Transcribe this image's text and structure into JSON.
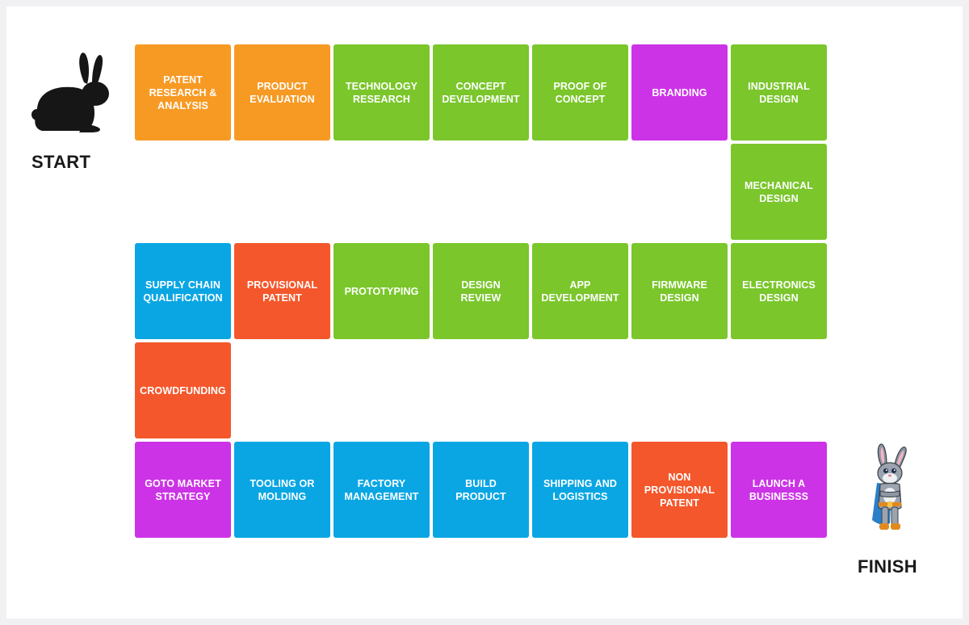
{
  "start_label": "START",
  "finish_label": "FINISH",
  "colors": {
    "orange": "#f79a24",
    "green": "#7ac62b",
    "purple": "#cc33e6",
    "blue": "#0aa6e4",
    "red": "#f4572b"
  },
  "tiles": [
    {
      "label": "PATENT\nRESEARCH &\nANALYSIS",
      "color": "orange",
      "col": 0,
      "row": 0
    },
    {
      "label": "PRODUCT\nEVALUATION",
      "color": "orange",
      "col": 1,
      "row": 0
    },
    {
      "label": "TECHNOLOGY\nRESEARCH",
      "color": "green",
      "col": 2,
      "row": 0
    },
    {
      "label": "CONCEPT\nDEVELOPMENT",
      "color": "green",
      "col": 3,
      "row": 0
    },
    {
      "label": "PROOF OF\nCONCEPT",
      "color": "green",
      "col": 4,
      "row": 0
    },
    {
      "label": "BRANDING",
      "color": "purple",
      "col": 5,
      "row": 0
    },
    {
      "label": "INDUSTRIAL\nDESIGN",
      "color": "green",
      "col": 6,
      "row": 0
    },
    {
      "label": "MECHANICAL\nDESIGN",
      "color": "green",
      "col": 6,
      "row": 1
    },
    {
      "label": "ELECTRONICS\nDESIGN",
      "color": "green",
      "col": 6,
      "row": 2
    },
    {
      "label": "FIRMWARE\nDESIGN",
      "color": "green",
      "col": 5,
      "row": 2
    },
    {
      "label": "APP\nDEVELOPMENT",
      "color": "green",
      "col": 4,
      "row": 2
    },
    {
      "label": "DESIGN\nREVIEW",
      "color": "green",
      "col": 3,
      "row": 2
    },
    {
      "label": "PROTOTYPING",
      "color": "green",
      "col": 2,
      "row": 2
    },
    {
      "label": "PROVISIONAL\nPATENT",
      "color": "red",
      "col": 1,
      "row": 2
    },
    {
      "label": "SUPPLY CHAIN\nQUALIFICATION",
      "color": "blue",
      "col": 0,
      "row": 2
    },
    {
      "label": "CROWDFUNDING",
      "color": "red",
      "col": 0,
      "row": 3
    },
    {
      "label": "GOTO MARKET\nSTRATEGY",
      "color": "purple",
      "col": 0,
      "row": 4
    },
    {
      "label": "TOOLING OR\nMOLDING",
      "color": "blue",
      "col": 1,
      "row": 4
    },
    {
      "label": "FACTORY\nMANAGEMENT",
      "color": "blue",
      "col": 2,
      "row": 4
    },
    {
      "label": "BUILD\nPRODUCT",
      "color": "blue",
      "col": 3,
      "row": 4
    },
    {
      "label": "SHIPPING AND\nLOGISTICS",
      "color": "blue",
      "col": 4,
      "row": 4
    },
    {
      "label": "NON\nPROVISIONAL\nPATENT",
      "color": "red",
      "col": 5,
      "row": 4
    },
    {
      "label": "LAUNCH A\nBUSINESSS",
      "color": "purple",
      "col": 6,
      "row": 4
    }
  ]
}
